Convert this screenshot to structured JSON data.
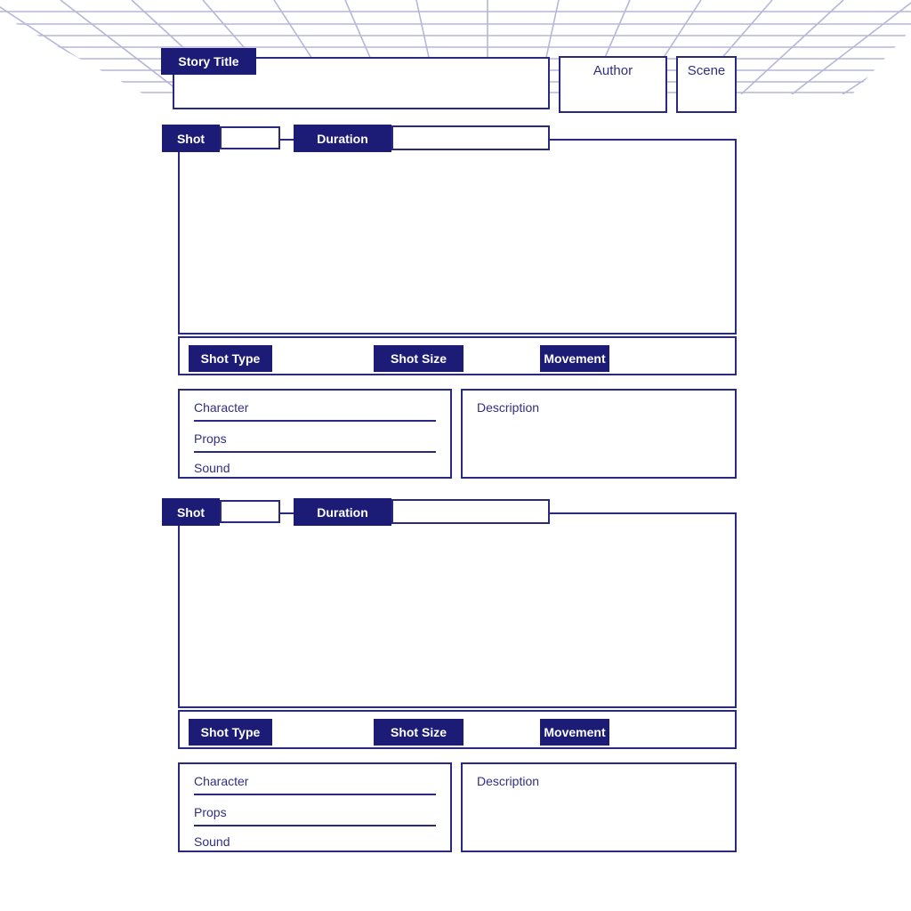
{
  "colors": {
    "navy_fill": "#1c1c77",
    "line": "#29297f",
    "text": "#2f2f80",
    "grid": "#b6b6da",
    "label_text": "#ffffff"
  },
  "header": {
    "story_title_label": "Story Title",
    "title_value": "",
    "author_label": "Author",
    "author_value": "",
    "scene_label": "Scene",
    "scene_value": ""
  },
  "shot_blocks": [
    {
      "shot_label": "Shot",
      "shot_number_value": "",
      "duration_label": "Duration",
      "duration_value": "",
      "shot_type_label": "Shot Type",
      "shot_type_value": "",
      "shot_size_label": "Shot Size",
      "shot_size_value": "",
      "movement_label": "Movement",
      "movement_value": "",
      "character_label": "Character",
      "character_value": "",
      "props_label": "Props",
      "props_value": "",
      "sound_label": "Sound",
      "sound_value": "",
      "description_label": "Description",
      "description_value": ""
    },
    {
      "shot_label": "Shot",
      "shot_number_value": "",
      "duration_label": "Duration",
      "duration_value": "",
      "shot_type_label": "Shot Type",
      "shot_type_value": "",
      "shot_size_label": "Shot Size",
      "shot_size_value": "",
      "movement_label": "Movement",
      "movement_value": "",
      "character_label": "Character",
      "character_value": "",
      "props_label": "Props",
      "props_value": "",
      "sound_label": "Sound",
      "sound_value": "",
      "description_label": "Description",
      "description_value": ""
    }
  ]
}
